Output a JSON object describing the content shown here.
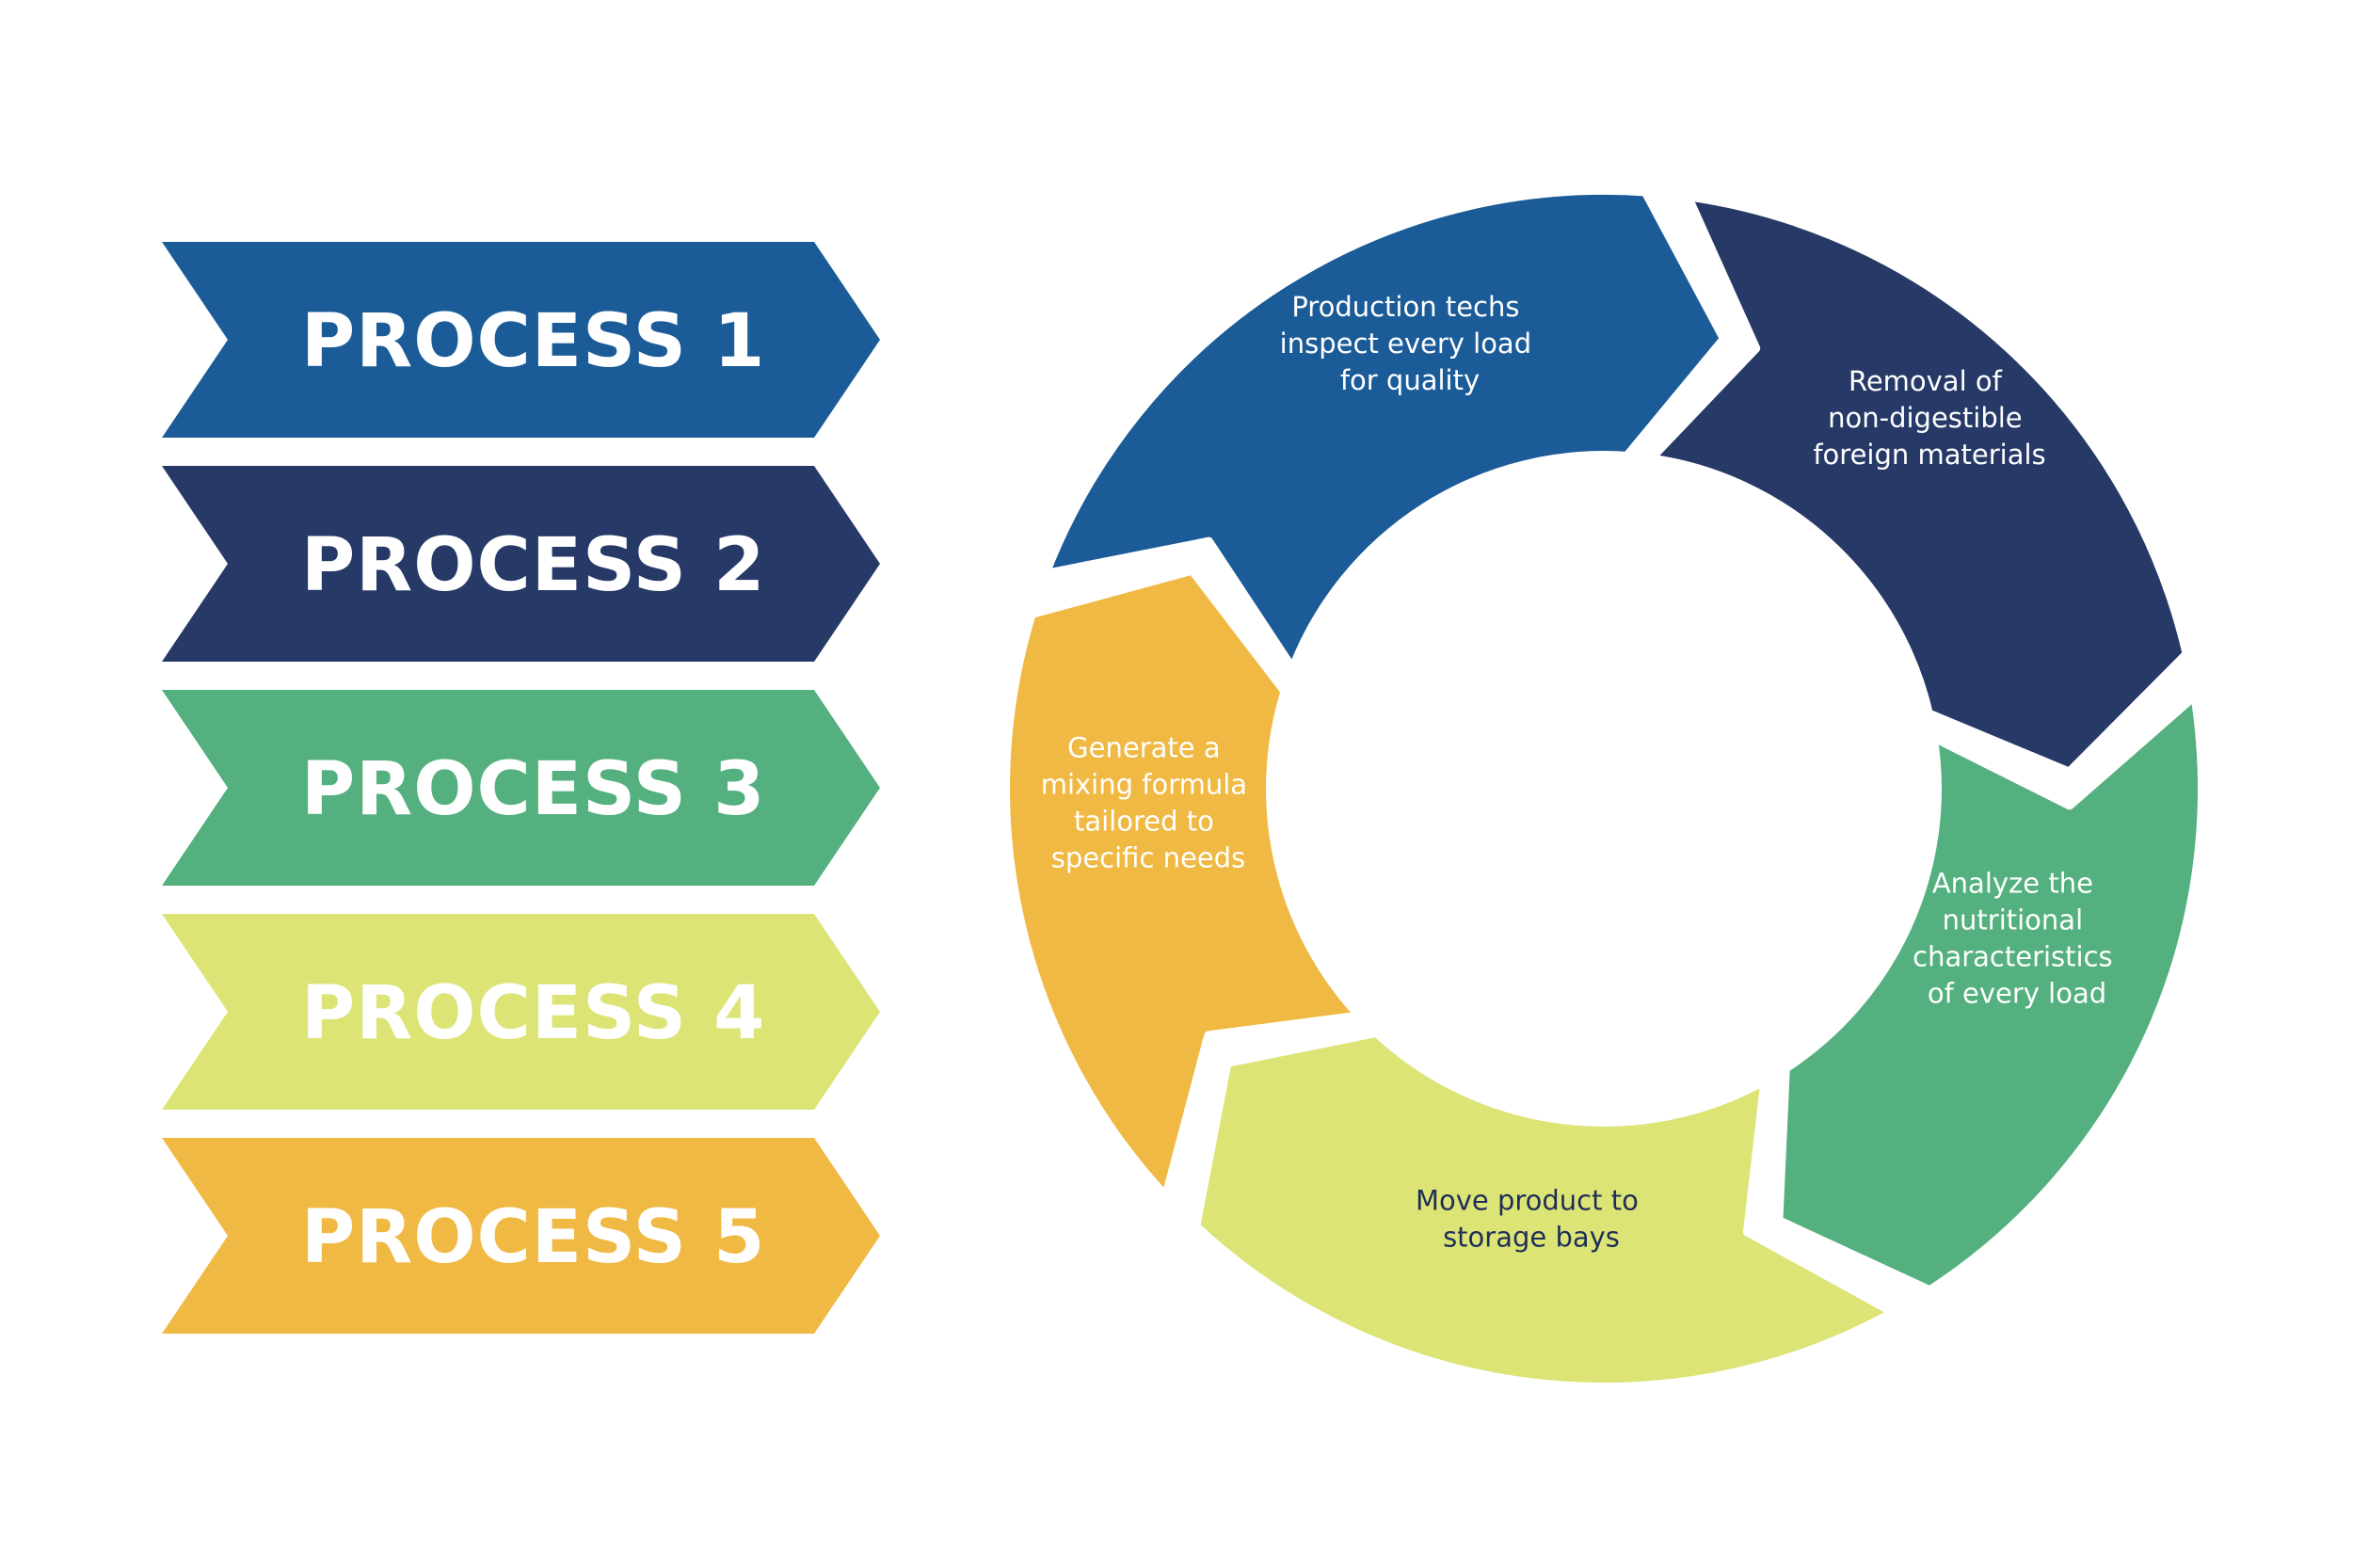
{
  "colors": {
    "process1": "#1B5C98",
    "process2": "#273A67",
    "process3": "#54B17F",
    "process4": "#DCE476",
    "process5": "#F0B944",
    "text_light": "#FFFFFF",
    "text_dark": "#1F2E57"
  },
  "processes": [
    {
      "label": "PROCESS 1",
      "color": "#1B5C98"
    },
    {
      "label": "PROCESS 2",
      "color": "#273A67"
    },
    {
      "label": "PROCESS 3",
      "color": "#54B17F"
    },
    {
      "label": "PROCESS 4",
      "color": "#DCE476"
    },
    {
      "label": "PROCESS 5",
      "color": "#F0B944"
    }
  ],
  "cycle": [
    {
      "lines": [
        "Production techs",
        "inspect every load",
        "for quality"
      ],
      "color": "#1B5C98",
      "text_color": "#FFFFFF"
    },
    {
      "lines": [
        "Removal of",
        "non-digestible",
        "foreign materials"
      ],
      "color": "#273A67",
      "text_color": "#FFFFFF"
    },
    {
      "lines": [
        "Analyze the",
        "nutritional",
        "characteristics",
        "of every load"
      ],
      "color": "#54B17F",
      "text_color": "#FFFFFF"
    },
    {
      "lines": [
        "Move product to",
        "storage bays"
      ],
      "color": "#DCE476",
      "text_color": "#1F2E57"
    },
    {
      "lines": [
        "Generate a",
        "mixing formula",
        "tailored to",
        "specific needs"
      ],
      "color": "#F0B944",
      "text_color": "#FFFFFF"
    }
  ]
}
